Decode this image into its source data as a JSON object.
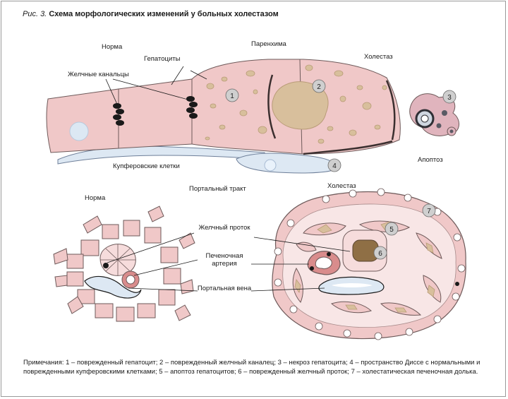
{
  "figure": {
    "label": "Рис. 3.",
    "title": "Схема морфологических изменений у больных холестазом"
  },
  "top": {
    "norma": "Норма",
    "parenchyma": "Паренхима",
    "cholestasis": "Холестаз",
    "hepatocytes": "Гепатоциты",
    "bile_canaliculi": "Желчные канальцы",
    "kupffer_cells": "Купферовские клетки",
    "apoptosis": "Апоптоз"
  },
  "bottom": {
    "norma": "Норма",
    "portal_tract": "Портальный тракт",
    "cholestasis": "Холестаз",
    "bile_duct": "Желчный проток",
    "hepatic_artery": "Печеночная артерия",
    "portal_vein": "Портальная вена"
  },
  "markers": [
    "1",
    "2",
    "3",
    "4",
    "5",
    "6",
    "7"
  ],
  "notes": "Примечания: 1 – поврежденный гепатоцит; 2 – поврежденный желчный каналец; 3 – некроз гепатоцита; 4 – пространство Диссе с нормальными и поврежденными купферовскими клетками; 5 – апоптоз гепатоцитов; 6 – поврежденный желчный проток; 7 – холестатическая печеночная долька.",
  "colors": {
    "cell_fill": "#f0c8c8",
    "cell_stroke": "#6e5a5a",
    "necrosis": "#d8bf9c",
    "space_disse": "#dde8f3",
    "marker_fill": "#cfcfcf"
  }
}
